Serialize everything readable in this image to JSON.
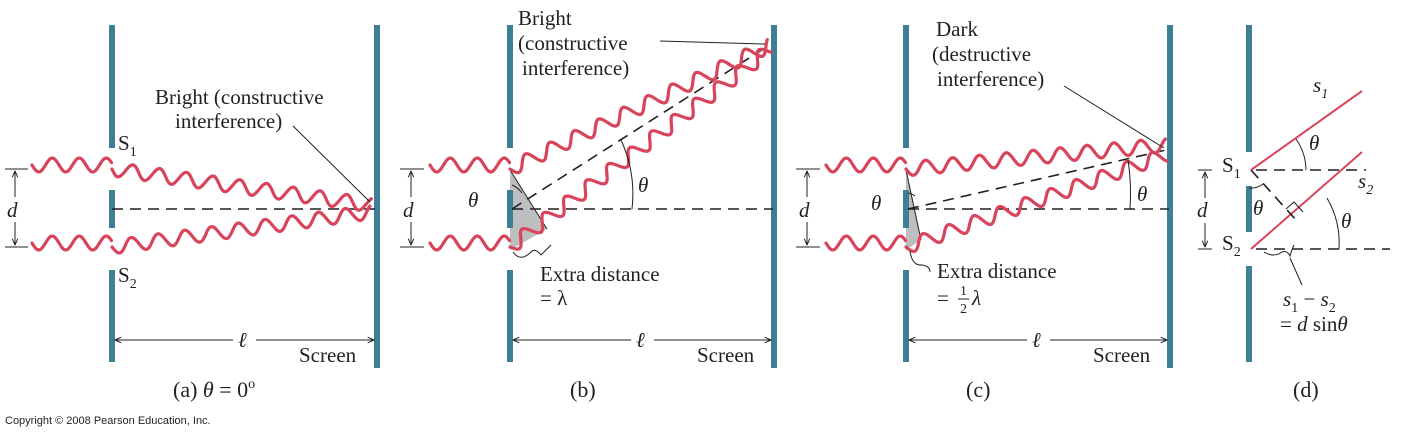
{
  "panels": {
    "a": {
      "caption_pre": "(a) ",
      "caption_theta": "θ",
      "caption_post": " = 0",
      "caption_sup": "o",
      "label_bright": "Bright (constructive",
      "label_bright2": "interference)",
      "slit1": "S",
      "slit1_sub": "1",
      "slit2": "S",
      "slit2_sub": "2",
      "d": "d",
      "ell": "ℓ",
      "screen": "Screen"
    },
    "b": {
      "caption": "(b)",
      "label_line1": "Bright",
      "label_line2": "(constructive",
      "label_line3": "interference)",
      "theta_left": "θ",
      "theta_right": "θ",
      "extra_line1": "Extra distance",
      "extra_line2": "= λ",
      "d": "d",
      "ell": "ℓ",
      "screen": "Screen"
    },
    "c": {
      "caption": "(c)",
      "label_line1": "Dark",
      "label_line2": "(destructive",
      "label_line3": "interference)",
      "theta_left": "θ",
      "theta_right": "θ",
      "extra_line1": "Extra distance",
      "extra_eq": "=",
      "extra_num": "1",
      "extra_den": "2",
      "extra_lambda": "λ",
      "d": "d",
      "ell": "ℓ",
      "screen": "Screen"
    },
    "d": {
      "caption": "(d)",
      "s1": "s",
      "s1_sub": "1",
      "s2": "s",
      "s2_sub": "2",
      "theta_top": "θ",
      "theta_mid": "θ",
      "theta_right": "θ",
      "S1": "S",
      "S1_sub": "1",
      "S2": "S",
      "S2_sub": "2",
      "d": "d",
      "diff_s1": "s",
      "diff_s1_sub": "1",
      "diff_minus": " − ",
      "diff_s2": "s",
      "diff_s2_sub": "2",
      "diff_eq": "= ",
      "diff_d": "d",
      "diff_sin": " sin",
      "diff_theta": "θ"
    }
  },
  "copyright": "Copyright © 2008 Pearson Education, Inc.",
  "colors": {
    "barrier": "#3e7f96",
    "wave": "#d8445b",
    "wedge": "#bcbec0",
    "ink": "#231f20"
  }
}
